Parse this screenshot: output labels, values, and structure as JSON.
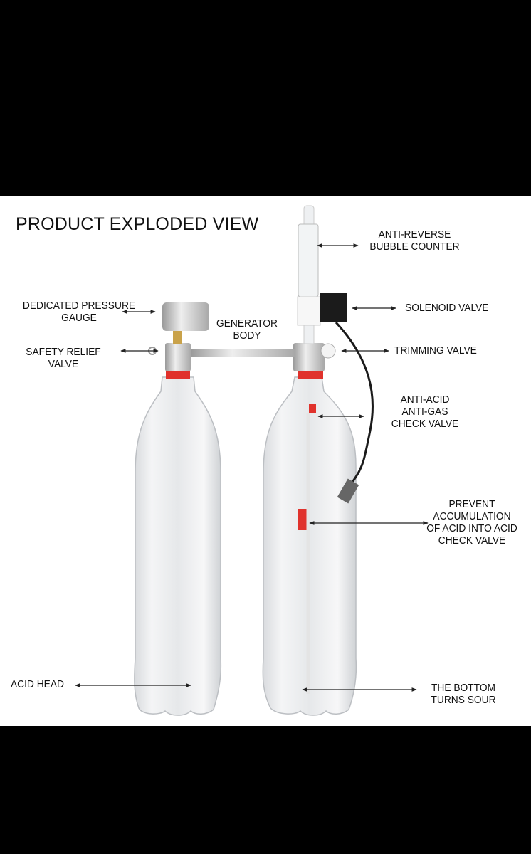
{
  "title": "PRODUCT EXPLODED VIEW",
  "labels": {
    "bubble_counter": [
      "ANTI-REVERSE",
      "BUBBLE COUNTER"
    ],
    "solenoid_valve": [
      "SOLENOID VALVE"
    ],
    "pressure_gauge": [
      "DEDICATED PRESSURE",
      "GAUGE"
    ],
    "generator_body": [
      "GENERATOR",
      "BODY"
    ],
    "safety_relief_valve": [
      "SAFETY RELIEF",
      "VALVE"
    ],
    "trimming_valve": [
      "TRIMMING VALVE"
    ],
    "anti_acid_check_valve": [
      "ANTI-ACID",
      "ANTI-GAS",
      "CHECK VALVE"
    ],
    "prevent_accumulation": [
      "PREVENT",
      "ACCUMULATION",
      "OF ACID INTO ACID",
      "CHECK VALVE"
    ],
    "acid_head": [
      "ACID HEAD"
    ],
    "bottom_sour": [
      "THE BOTTOM",
      "TURNS SOUR"
    ]
  },
  "colors": {
    "seal_red": "#e0322c",
    "frame": "#000000",
    "metal": "#c9c9c9",
    "cable": "#1a1a1a"
  }
}
